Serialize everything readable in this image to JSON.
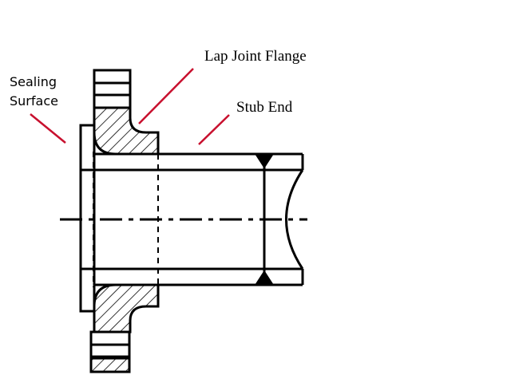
{
  "labels": {
    "sealing_surface_line1": "Sealing",
    "sealing_surface_line2": "Surface",
    "lap_joint_flange": "Lap Joint Flange",
    "stub_end": "Stub End"
  },
  "colors": {
    "stroke": "#000000",
    "leader": "#c8102e",
    "background": "#ffffff"
  }
}
